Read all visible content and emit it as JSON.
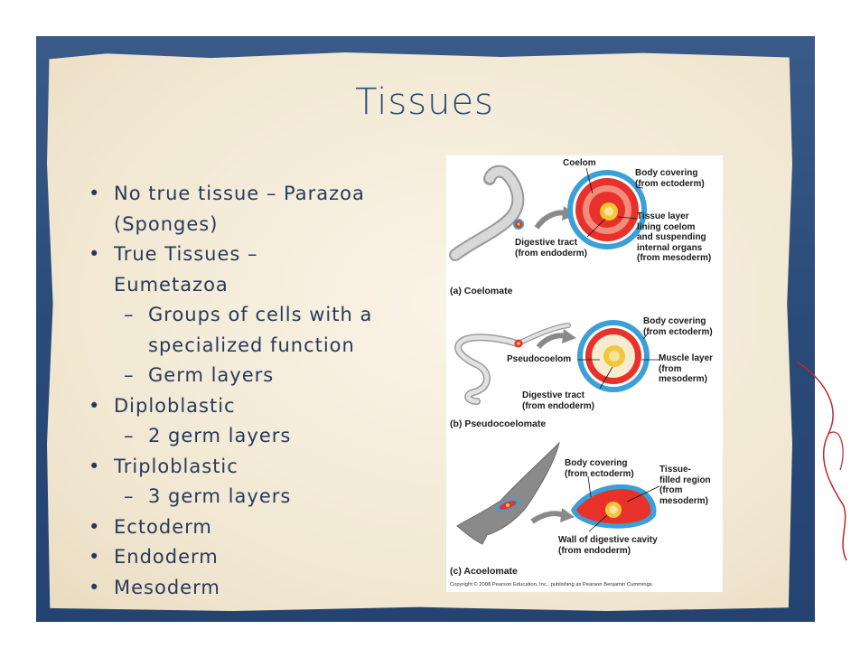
{
  "slide": {
    "title": "Tissues",
    "bullets": [
      {
        "level": 1,
        "text": "No true tissue – Parazoa"
      },
      {
        "level": 1,
        "text": "(Sponges)",
        "continuation": true
      },
      {
        "level": 1,
        "text": "True Tissues – Eumetazoa"
      },
      {
        "level": 2,
        "text": "Groups of cells with a"
      },
      {
        "level": 2,
        "text": "specialized function",
        "continuation": true
      },
      {
        "level": 2,
        "text": "Germ layers"
      },
      {
        "level": 1,
        "text": "Diploblastic"
      },
      {
        "level": 2,
        "text": "2 germ layers"
      },
      {
        "level": 1,
        "text": "Triploblastic"
      },
      {
        "level": 2,
        "text": "3 germ layers"
      },
      {
        "level": 1,
        "text": "Ectoderm"
      },
      {
        "level": 1,
        "text": "Endoderm"
      },
      {
        "level": 1,
        "text": "Mesoderm"
      }
    ]
  },
  "figure": {
    "coelomate": {
      "panel_label": "(a) Coelomate",
      "coelom": "Coelom",
      "body_covering": "Body covering\n(from ectoderm)",
      "tissue_layer": "Tissue layer\nlining coelom\nand suspending\ninternal organs\n(from mesoderm)",
      "digestive_tract": "Digestive tract\n(from endoderm)"
    },
    "pseudocoelomate": {
      "panel_label": "(b) Pseudocoelomate",
      "body_covering": "Body covering\n(from ectoderm)",
      "pseudocoelom": "Pseudocoelom",
      "muscle_layer": "Muscle layer\n(from\nmesoderm)",
      "digestive_tract": "Digestive tract\n(from endoderm)"
    },
    "acoelomate": {
      "panel_label": "(c) Acoelomate",
      "body_covering": "Body covering\n(from ectoderm)",
      "tissue_filled": "Tissue-\nfilled region\n(from\nmesoderm)",
      "digestive_cavity": "Wall of digestive cavity\n(from endoderm)"
    },
    "copyright": "Copyright © 2008 Pearson Education, Inc., publishing as Pearson Benjamin Cummings.",
    "colors": {
      "ectoderm": "#3aa0d8",
      "mesoderm": "#e8312a",
      "endoderm": "#f2c63a",
      "background": "#2a4a78",
      "paper": "#f4ecdb",
      "text": "#283a5c"
    }
  }
}
